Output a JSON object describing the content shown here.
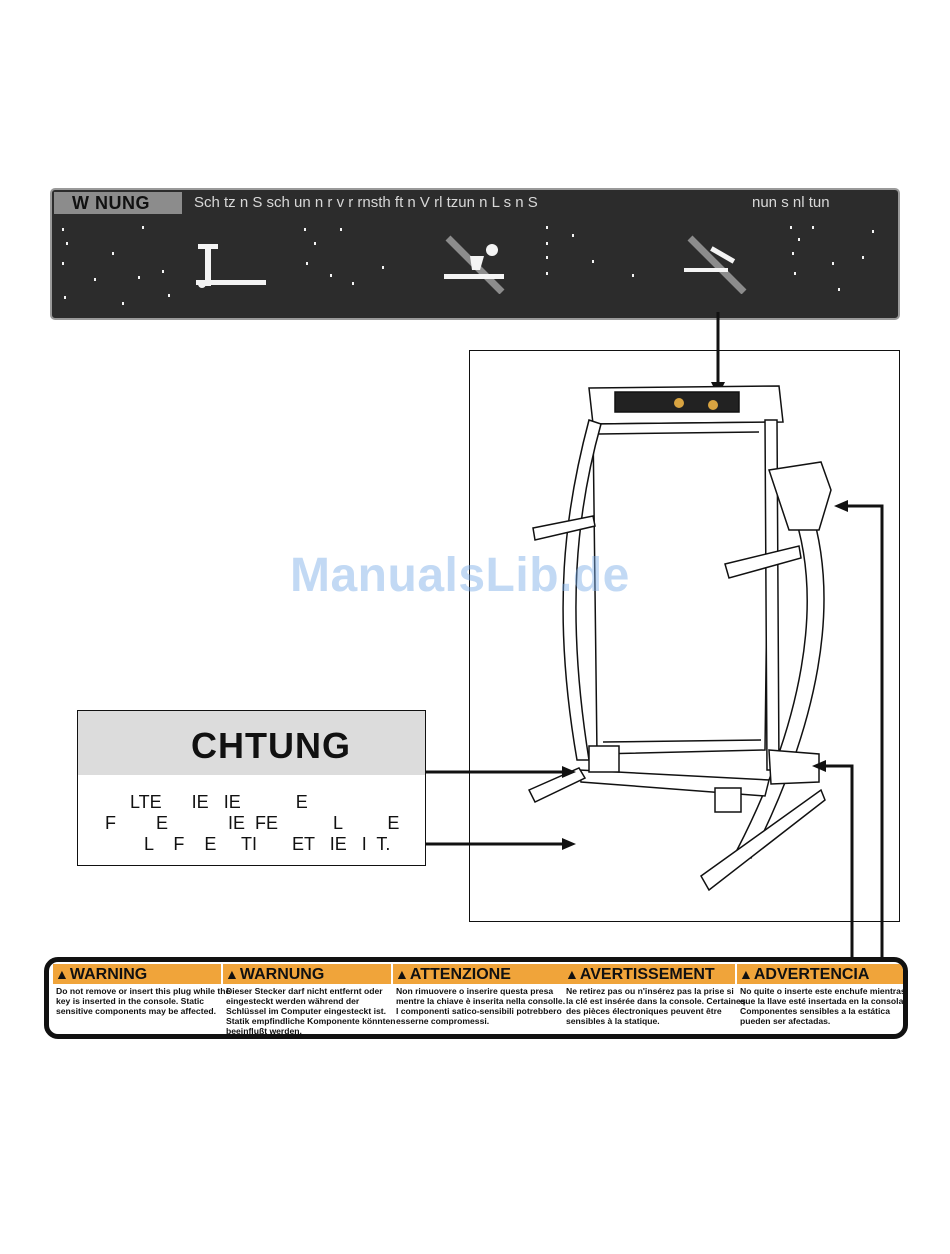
{
  "top_decal": {
    "header_label": "W    NUNG",
    "header_text": "Sch  tz  n S     sch un     n    r   v  r    rnsth  ft  n V  rl  tzun     n L  s  n S",
    "header_text_right": "nun  s  nl   tun"
  },
  "watermark": "ManualsLib.de",
  "achtung": {
    "title": "CHTUNG",
    "lines": [
      "LTE      IE   IE           E",
      "F        E            IE  FE           L         E",
      "L    F    E     TI       ET   IE   I  T."
    ]
  },
  "bottom_decal": {
    "warnings": [
      {
        "title": "WARNING",
        "body": "Do not remove or insert this plug while the\nkey is inserted in the console. Static\nsensitive components may be affected."
      },
      {
        "title": "WARNUNG",
        "body": "Dieser Stecker darf nicht entfernt oder\neingesteckt werden während der\nSchlüssel im Computer eingesteckt ist.\nStatik empfindliche Komponente könnten\nbeeinflußt werden."
      },
      {
        "title": "ATTENZIONE",
        "body": "Non rimuovere o inserire questa presa\nmentre la chiave è inserita nella consolle.\nI componenti satico-sensibili potrebbero\nesserne compromessi."
      },
      {
        "title": "AVERTISSEMENT",
        "body": "Ne retirez pas ou n'insérez pas la prise si\nla clé est insérée dans la console. Certaines\ndes pièces électroniques peuvent être\nsensibles à la statique."
      },
      {
        "title": "ADVERTENCIA",
        "body": "No quite o inserte este enchufe mientras\nque la llave esté insertada en la consola.\nComponentes sensibles a la estática\npueden ser afectadas."
      }
    ]
  }
}
